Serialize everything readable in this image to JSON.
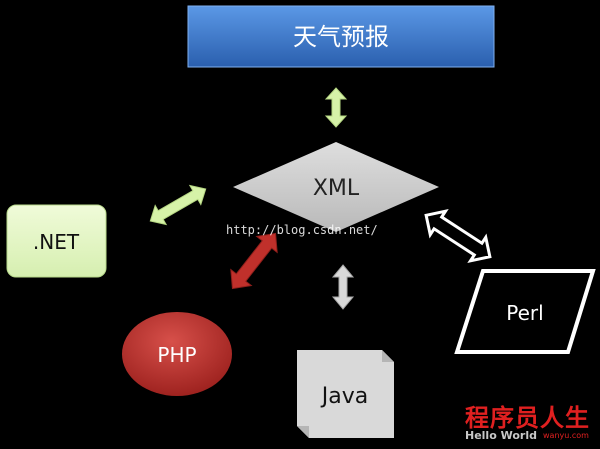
{
  "nodes": {
    "weather": "天气预报",
    "xml": "XML",
    "dotnet": ".NET",
    "php": "PHP",
    "java": "Java",
    "perl": "Perl"
  },
  "watermark": "http://blog.csdn.net/",
  "logo": {
    "title": "程序员人生",
    "subtitle": "Hello World",
    "url": "wanyu.com"
  },
  "colors": {
    "background": "#000000",
    "weather_box": "#3a78c9",
    "xml_diamond": "#c9c9c9",
    "dotnet_box": "#e4f5c4",
    "php_oval": "#c0302b",
    "java_shape": "#d9d9d9",
    "perl_shape": "#000000",
    "arrow_green": "#d6f2a8",
    "arrow_red": "#c0302b",
    "arrow_white": "#ffffff",
    "arrow_gray": "#d9d9d9"
  },
  "icons": [
    "double-arrow-icon"
  ]
}
